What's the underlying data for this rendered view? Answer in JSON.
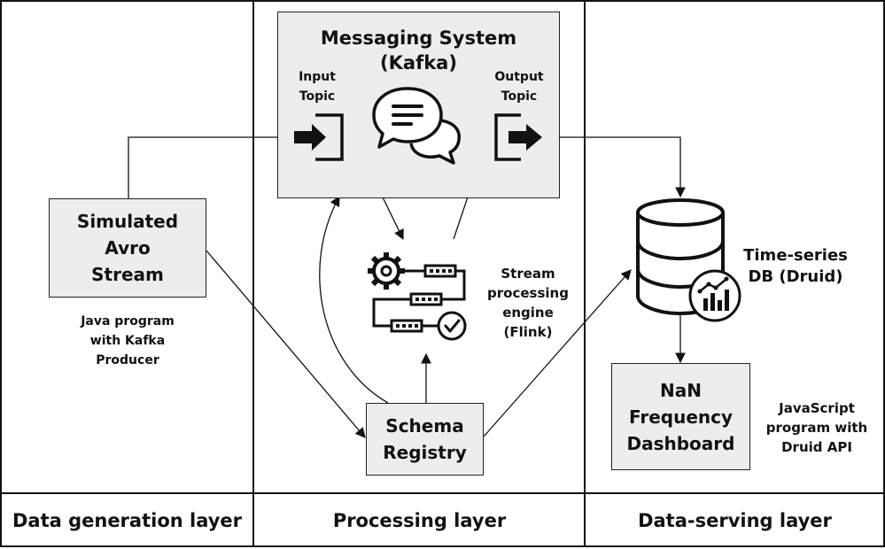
{
  "layers": {
    "generation": "Data generation layer",
    "processing": "Processing layer",
    "serving": "Data-serving layer"
  },
  "messaging": {
    "title_line1": "Messaging System",
    "title_line2": "(Kafka)",
    "input_line1": "Input",
    "input_line2": "Topic",
    "output_line1": "Output",
    "output_line2": "Topic"
  },
  "simulated": {
    "line1": "Simulated",
    "line2": "Avro",
    "line3": "Stream"
  },
  "producer": {
    "line1": "Java program",
    "line2": "with Kafka",
    "line3": "Producer"
  },
  "flink": {
    "line1": "Stream",
    "line2": "processing",
    "line3": "engine",
    "line4": "(Flink)"
  },
  "schema": {
    "line1": "Schema",
    "line2": "Registry"
  },
  "druid": {
    "line1": "Time-series",
    "line2": "DB (Druid)"
  },
  "dashboard": {
    "line1": "NaN",
    "line2": "Frequency",
    "line3": "Dashboard"
  },
  "js_program": {
    "line1": "JavaScript",
    "line2": "program with",
    "line3": "Druid API"
  },
  "icons": {
    "input": "input-topic-icon",
    "output": "output-topic-icon",
    "chat": "chat-bubbles-icon",
    "flink": "gear-pipeline-icon",
    "db": "database-icon",
    "chart": "chart-badge-icon"
  },
  "colors": {
    "box_fill": "#ededed",
    "line": "#111111"
  }
}
